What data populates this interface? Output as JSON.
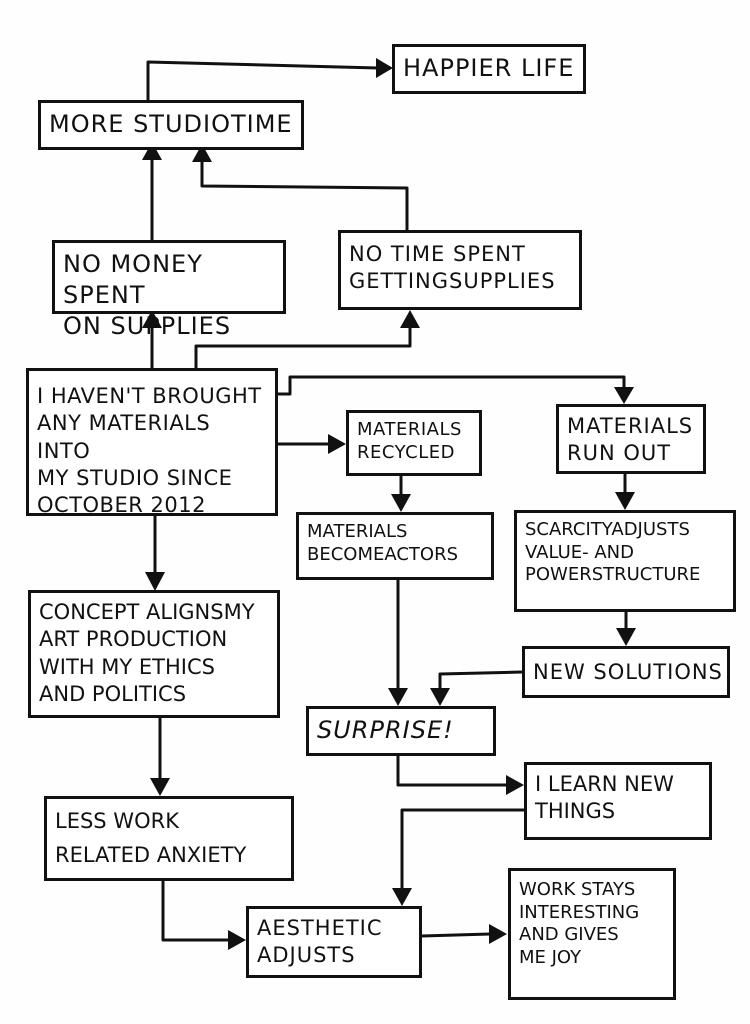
{
  "nodes": {
    "happier_life": "HAPPIER LIFE",
    "more_studio_time": "MORE STUDIOTIME",
    "no_money_spent": "NO MONEY SPENT\nON SUPPLIES",
    "no_time_spent": "NO TIME SPENT\nGETTINGSUPPLIES",
    "havent_brought": "I HAVEN'T BROUGHT\nANY MATERIALS INTO\nMY STUDIO SINCE\nOCTOBER 2012",
    "materials_recycled": "MATERIALS\nRECYCLED",
    "materials_run_out": "MATERIALS\nRUN OUT",
    "materials_become_actors": "MATERIALS\nBECOMEACTORS",
    "scarcity_adjusts": "SCARCITYADJUSTS\nVALUE- AND\nPOWERSTRUCTURE",
    "concept_aligns": "CONCEPT ALIGNSMY\nART PRODUCTION\nWITH MY ETHICS\nAND POLITICS",
    "new_solutions": "NEW SOLUTIONS",
    "surprise": "SURPRISE!",
    "learn_new_things": "I LEARN NEW\nTHINGS",
    "less_work_anxiety": "LESS WORK\nRELATED ANXIETY",
    "aesthetic_adjusts": "AESTHETIC\nADJUSTS",
    "work_stays_interesting": "WORK STAYS\nINTERESTING\nAND GIVES\nME JOY"
  }
}
